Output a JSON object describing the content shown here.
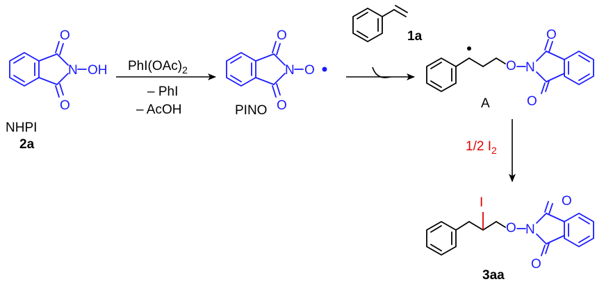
{
  "reagents": {
    "step1_reagent": "PhI(OAc)",
    "step1_reagent_sub": "2",
    "byproduct_1": "– PhI",
    "byproduct_2": "– AcOH",
    "step2_reagent": "1/2 I",
    "step2_reagent_sub": "2"
  },
  "compounds": {
    "nhpi_name": "NHPI",
    "nhpi_number": "2a",
    "pino_name": "PINO",
    "styrene_number": "1a",
    "intermediate_label": "A",
    "product_number": "3aa"
  },
  "atoms": {
    "oxygen": "O",
    "nitrogen": "N",
    "hydroxyl": "OH",
    "iodine": "I"
  },
  "colors": {
    "heteroatom": "#1a1aff",
    "iodine": "#e00000",
    "bonds": "#000000"
  }
}
